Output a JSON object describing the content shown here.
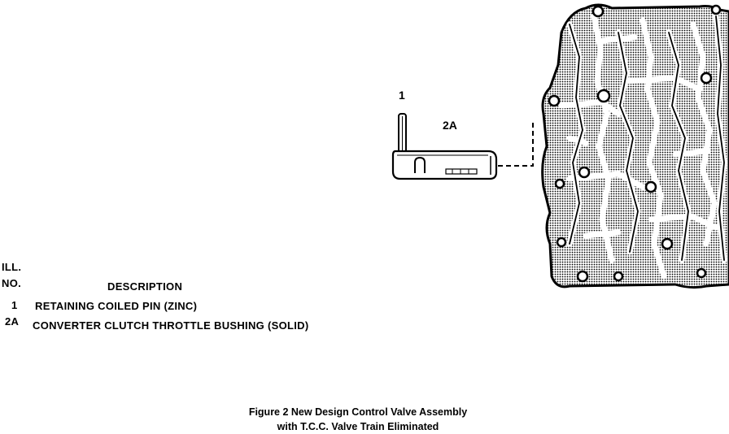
{
  "callouts": {
    "pin": "1",
    "bushing": "2A"
  },
  "legend": {
    "header_ill": "ILL.",
    "header_no": "NO.",
    "header_desc": "DESCRIPTION",
    "rows": [
      {
        "no": "1",
        "desc": "RETAINING COILED PIN (ZINC)"
      },
      {
        "no": "2A",
        "desc": "CONVERTER CLUTCH THROTTLE BUSHING (SOLID)"
      }
    ]
  },
  "caption": {
    "line1": "Figure 2 New Design Control Valve Assembly",
    "line2": "with T.C.C. Valve Train Eliminated"
  }
}
